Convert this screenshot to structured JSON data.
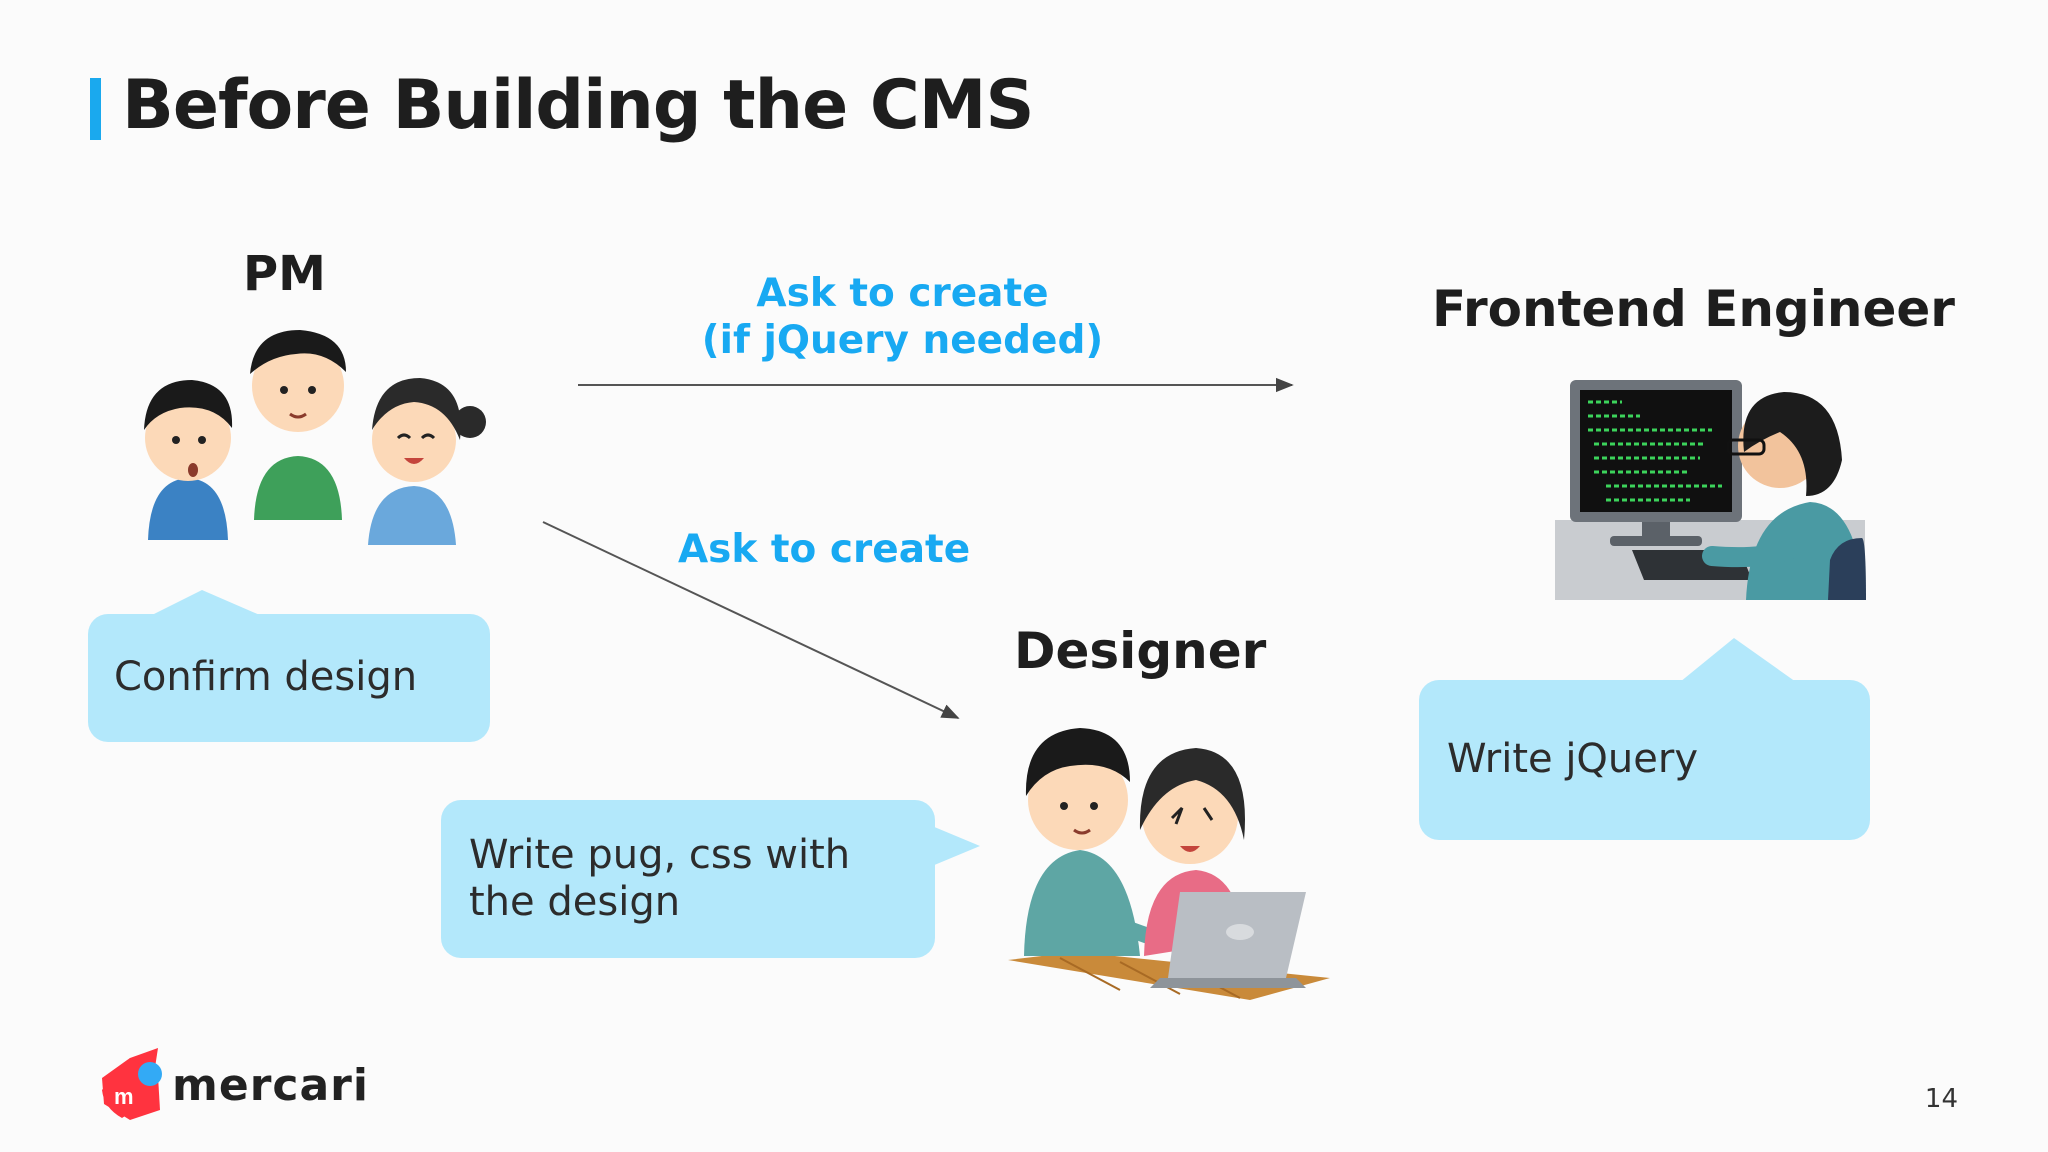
{
  "slide": {
    "title": "Before Building the CMS",
    "page_number": "14",
    "logo_text": "mercari"
  },
  "roles": {
    "pm": "PM",
    "frontend": "Frontend Engineer",
    "designer": "Designer"
  },
  "arrows": {
    "pm_to_frontend_line1": "Ask to create",
    "pm_to_frontend_line2": "(if jQuery needed)",
    "pm_to_designer": "Ask to create"
  },
  "bubbles": {
    "pm": "Confirm design",
    "designer_line1": "Write pug, css with",
    "designer_line2": "the design",
    "frontend": "Write jQuery"
  },
  "colors": {
    "accent": "#1aa9ee",
    "bubble": "#b3e8fb",
    "logo_red": "#ff333f"
  }
}
